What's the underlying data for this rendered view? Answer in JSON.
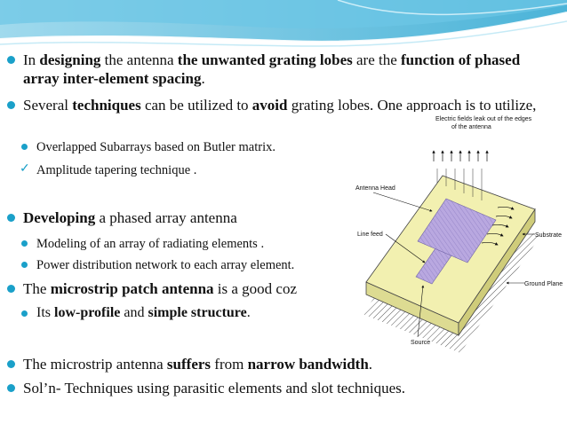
{
  "bullets": [
    {
      "segments": [
        {
          "t": "In ",
          "b": false
        },
        {
          "t": "designing",
          "b": true
        },
        {
          "t": " the antenna ",
          "b": false
        },
        {
          "t": "the unwanted grating lobes",
          "b": true
        },
        {
          "t": " are the ",
          "b": false
        },
        {
          "t": "function of phased array inter-element spacing",
          "b": true
        },
        {
          "t": ".",
          "b": false
        }
      ]
    },
    {
      "segments": [
        {
          "t": "Several ",
          "b": false
        },
        {
          "t": "techniques",
          "b": true
        },
        {
          "t": " can be utilized to ",
          "b": false
        },
        {
          "t": "avoid",
          "b": true
        },
        {
          "t": " grating lobes. One approach is to utilize,",
          "b": false
        }
      ]
    },
    {
      "segments": [
        {
          "t": "Developing",
          "b": true
        },
        {
          "t": " a phased array antenna",
          "b": false
        }
      ]
    },
    {
      "segments": [
        {
          "t": "The ",
          "b": false
        },
        {
          "t": "microstrip patch antenna",
          "b": true
        },
        {
          "t": " is a good coz",
          "b": false
        }
      ]
    },
    {
      "segments": [
        {
          "t": "The microstrip antenna ",
          "b": false
        },
        {
          "t": "suffers",
          "b": true
        },
        {
          "t": " from ",
          "b": false
        },
        {
          "t": "narrow bandwidth",
          "b": true
        },
        {
          "t": ".",
          "b": false
        }
      ]
    },
    {
      "segments": [
        {
          "t": "Sol’n-  Techniques  using parasitic elements and slot techniques.",
          "b": false
        }
      ]
    }
  ],
  "subbullets": [
    {
      "segments": [
        {
          "t": "Overlapped Subarrays based on Butler matrix.",
          "b": false
        }
      ]
    },
    {
      "segments": [
        {
          "t": "Amplitude tapering technique .",
          "b": false
        }
      ]
    },
    {
      "segments": [
        {
          "t": "Modeling of an array of radiating elements .",
          "b": false
        }
      ]
    },
    {
      "segments": [
        {
          "t": "Power distribution network to each array element.",
          "b": false
        }
      ]
    },
    {
      "segments": [
        {
          "t": "Its ",
          "b": false
        },
        {
          "t": "low-profile",
          "b": true
        },
        {
          "t": " and ",
          "b": false
        },
        {
          "t": "simple structure",
          "b": true
        },
        {
          "t": ".",
          "b": false
        }
      ]
    }
  ],
  "figure": {
    "caption_top_1": "Electric fields leak out of the edges",
    "caption_top_2": "of the antenna",
    "antenna_head": "Antenna Head",
    "line_feed": "Line feed",
    "substrate": "Substrate",
    "ground_plane": "Ground Plane",
    "source": "Source"
  },
  "colors": {
    "accent": "#1aa0c9",
    "substrate": "#f2f0b0",
    "patch": "#b9a8e0"
  }
}
